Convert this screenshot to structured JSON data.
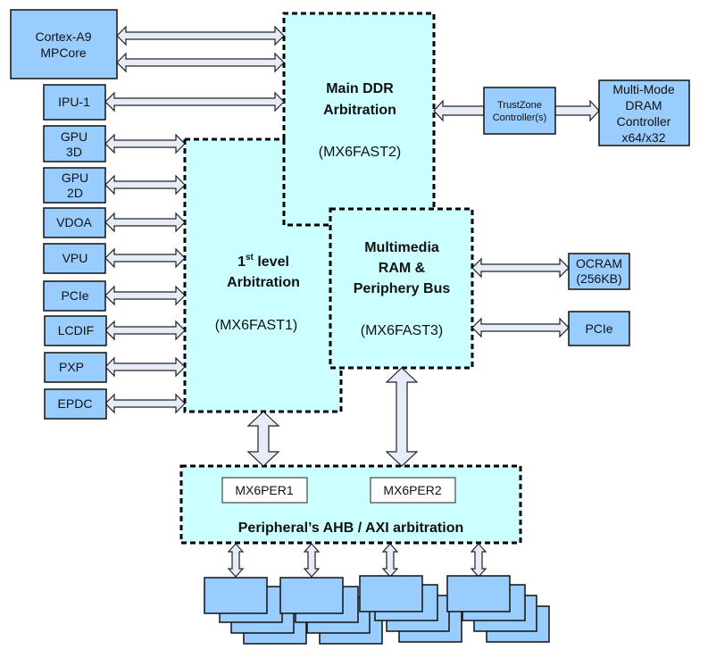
{
  "masters": {
    "cortex": [
      "Cortex-A9",
      "MPCore"
    ],
    "ipu": "IPU-1",
    "gpu3d": [
      "GPU",
      "3D"
    ],
    "gpu2d": [
      "GPU",
      "2D"
    ],
    "vdoa": "VDOA",
    "vpu": "VPU",
    "pcie": "PCIe",
    "lcdif": "LCDIF",
    "pxp": "PXP",
    "epdc": "EPDC"
  },
  "fast2": {
    "title": [
      "Main DDR",
      "Arbitration"
    ],
    "id": "(MX6FAST2)"
  },
  "fast1": {
    "title_num": "1",
    "title_sup": "st",
    "title_rest": " level",
    "title2": "Arbitration",
    "id": "(MX6FAST1)"
  },
  "fast3": {
    "title": [
      "Multimedia",
      "RAM &",
      "Periphery Bus"
    ],
    "id": "(MX6FAST3)"
  },
  "trustzone": [
    "TrustZone",
    "Controller(s)"
  ],
  "dram": [
    "Multi-Mode",
    "DRAM",
    "Controller",
    "x64/x32"
  ],
  "ocram": [
    "OCRAM",
    "(256KB)"
  ],
  "pcie_right": "PCIe",
  "peripheral_bus": {
    "per1": "MX6PER1",
    "per2": "MX6PER2",
    "title": "Peripheral’s AHB / AXI arbitration"
  },
  "colors": {
    "block": "#99ccff",
    "zone": "#ccffff",
    "arrow": "#e6ecf8"
  }
}
